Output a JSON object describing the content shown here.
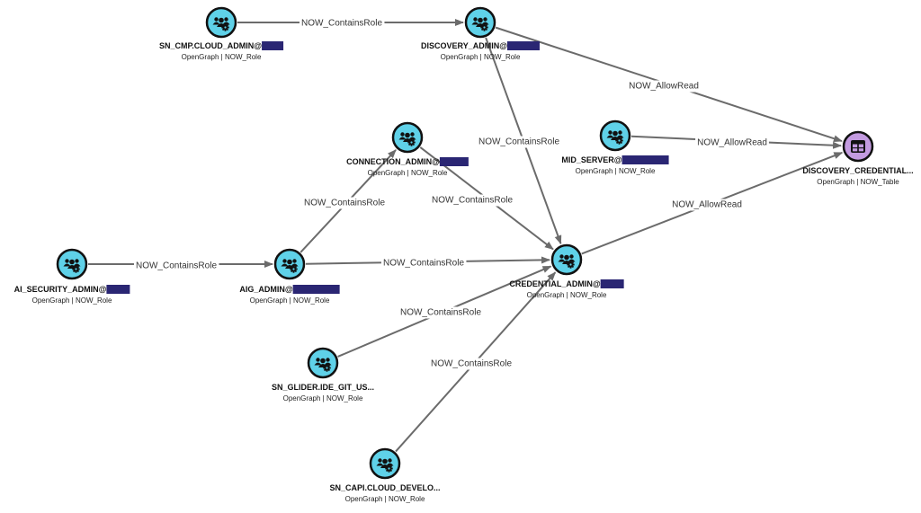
{
  "colors": {
    "role_fill": "#5fd1e8",
    "table_fill": "#c39be0",
    "node_stroke": "#111111",
    "edge": "#6b6b6b",
    "redaction": "#2a2673"
  },
  "nodes": [
    {
      "id": "cmp",
      "label": "SN_CMP.CLOUD_ADMIN@",
      "redacted": true,
      "sublabel": "OpenGraph | NOW_Role",
      "icon": "role-group-icon",
      "kind": "role"
    },
    {
      "id": "disc",
      "label": "DISCOVERY_ADMIN@",
      "redacted": true,
      "sublabel": "OpenGraph | NOW_Role",
      "icon": "role-group-icon",
      "kind": "role"
    },
    {
      "id": "conn",
      "label": "CONNECTION_ADMIN@",
      "redacted": true,
      "sublabel": "OpenGraph | NOW_Role",
      "icon": "role-group-icon",
      "kind": "role"
    },
    {
      "id": "mid",
      "label": "MID_SERVER@",
      "redacted": true,
      "sublabel": "OpenGraph | NOW_Role",
      "icon": "role-group-icon",
      "kind": "role"
    },
    {
      "id": "dcred",
      "label": "DISCOVERY_CREDENTIAL...",
      "redacted": false,
      "sublabel": "OpenGraph | NOW_Table",
      "icon": "table-icon",
      "kind": "table"
    },
    {
      "id": "aisec",
      "label": "AI_SECURITY_ADMIN@",
      "redacted": true,
      "sublabel": "OpenGraph | NOW_Role",
      "icon": "role-group-icon",
      "kind": "role"
    },
    {
      "id": "aig",
      "label": "AIG_ADMIN@",
      "redacted": true,
      "sublabel": "OpenGraph | NOW_Role",
      "icon": "role-group-icon",
      "kind": "role"
    },
    {
      "id": "cred",
      "label": "CREDENTIAL_ADMIN@",
      "redacted": true,
      "sublabel": "OpenGraph | NOW_Role",
      "icon": "role-group-icon",
      "kind": "role"
    },
    {
      "id": "glider",
      "label": "SN_GLIDER.IDE_GIT_US...",
      "redacted": false,
      "sublabel": "OpenGraph | NOW_Role",
      "icon": "role-group-icon",
      "kind": "role"
    },
    {
      "id": "capi",
      "label": "SN_CAPI.CLOUD_DEVELO...",
      "redacted": false,
      "sublabel": "OpenGraph | NOW_Role",
      "icon": "role-group-icon",
      "kind": "role"
    }
  ],
  "edges": [
    {
      "from": "cmp",
      "to": "disc",
      "label": "NOW_ContainsRole"
    },
    {
      "from": "disc",
      "to": "dcred",
      "label": "NOW_AllowRead"
    },
    {
      "from": "disc",
      "to": "cred",
      "label": "NOW_ContainsRole"
    },
    {
      "from": "mid",
      "to": "dcred",
      "label": "NOW_AllowRead"
    },
    {
      "from": "cred",
      "to": "dcred",
      "label": "NOW_AllowRead"
    },
    {
      "from": "conn",
      "to": "cred",
      "label": "NOW_ContainsRole"
    },
    {
      "from": "aig",
      "to": "conn",
      "label": "NOW_ContainsRole"
    },
    {
      "from": "aisec",
      "to": "aig",
      "label": "NOW_ContainsRole"
    },
    {
      "from": "aig",
      "to": "cred",
      "label": "NOW_ContainsRole"
    },
    {
      "from": "glider",
      "to": "cred",
      "label": "NOW_ContainsRole"
    },
    {
      "from": "capi",
      "to": "cred",
      "label": "NOW_ContainsRole"
    }
  ]
}
